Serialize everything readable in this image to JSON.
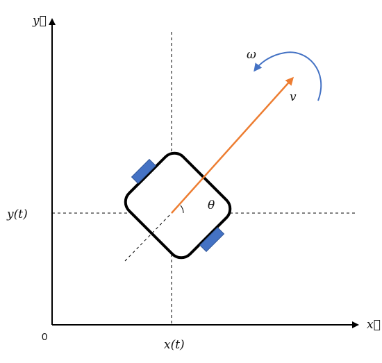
{
  "axes": {
    "y_axis_label": "y⃗",
    "x_axis_label": "x⃗",
    "origin_label": "0",
    "y_position_label": "y(t)",
    "x_position_label": "x(t)"
  },
  "vectors": {
    "angular_velocity_label": "ω",
    "velocity_label": "v",
    "heading_angle_label": "θ"
  },
  "colors": {
    "axis": "#000000",
    "robot_body": "#000000",
    "wheel": "#4472c4",
    "velocity_arrow": "#ed7d31",
    "rotation_arrow": "#4472c4"
  }
}
